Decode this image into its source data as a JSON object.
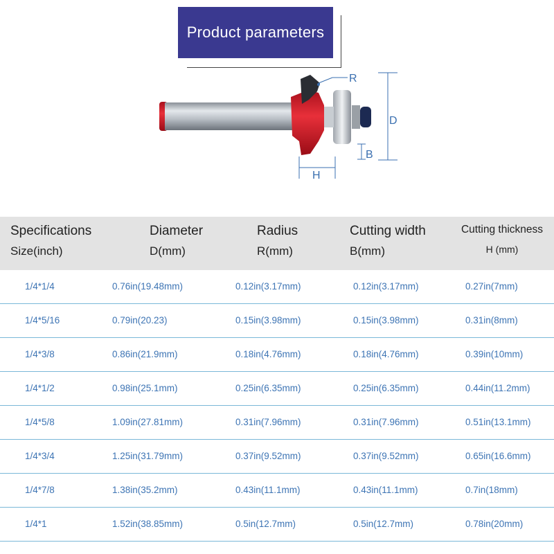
{
  "title": "Product parameters",
  "diagram": {
    "labels": {
      "r": "R",
      "d": "D",
      "b": "B",
      "h": "H"
    }
  },
  "headers": [
    {
      "line1": "Specifications",
      "line2": "Size(inch)"
    },
    {
      "line1": "Diameter",
      "line2": "D(mm)"
    },
    {
      "line1": "Radius",
      "line2": "R(mm)"
    },
    {
      "line1": "Cutting width",
      "line2": "B(mm)"
    },
    {
      "line1": "Cutting thickness",
      "line2": "H (mm)"
    }
  ],
  "rows": [
    [
      "1/4*1/4",
      "0.76in(19.48mm)",
      "0.12in(3.17mm)",
      "0.12in(3.17mm)",
      "0.27in(7mm)"
    ],
    [
      "1/4*5/16",
      "0.79in(20.23)",
      "0.15in(3.98mm)",
      "0.15in(3.98mm)",
      "0.31in(8mm)"
    ],
    [
      "1/4*3/8",
      "0.86in(21.9mm)",
      "0.18in(4.76mm)",
      "0.18in(4.76mm)",
      "0.39in(10mm)"
    ],
    [
      "1/4*1/2",
      "0.98in(25.1mm)",
      "0.25in(6.35mm)",
      "0.25in(6.35mm)",
      "0.44in(11.2mm)"
    ],
    [
      "1/4*5/8",
      "1.09in(27.81mm)",
      "0.31in(7.96mm)",
      "0.31in(7.96mm)",
      "0.51in(13.1mm)"
    ],
    [
      "1/4*3/4",
      "1.25in(31.79mm)",
      "0.37in(9.52mm)",
      "0.37in(9.52mm)",
      "0.65in(16.6mm)"
    ],
    [
      "1/4*7/8",
      "1.38in(35.2mm)",
      "0.43in(11.1mm)",
      "0.43in(11.1mm)",
      "0.7in(18mm)"
    ],
    [
      "1/4*1",
      "1.52in(38.85mm)",
      "0.5in(12.7mm)",
      "0.5in(12.7mm)",
      "0.78in(20mm)"
    ]
  ]
}
